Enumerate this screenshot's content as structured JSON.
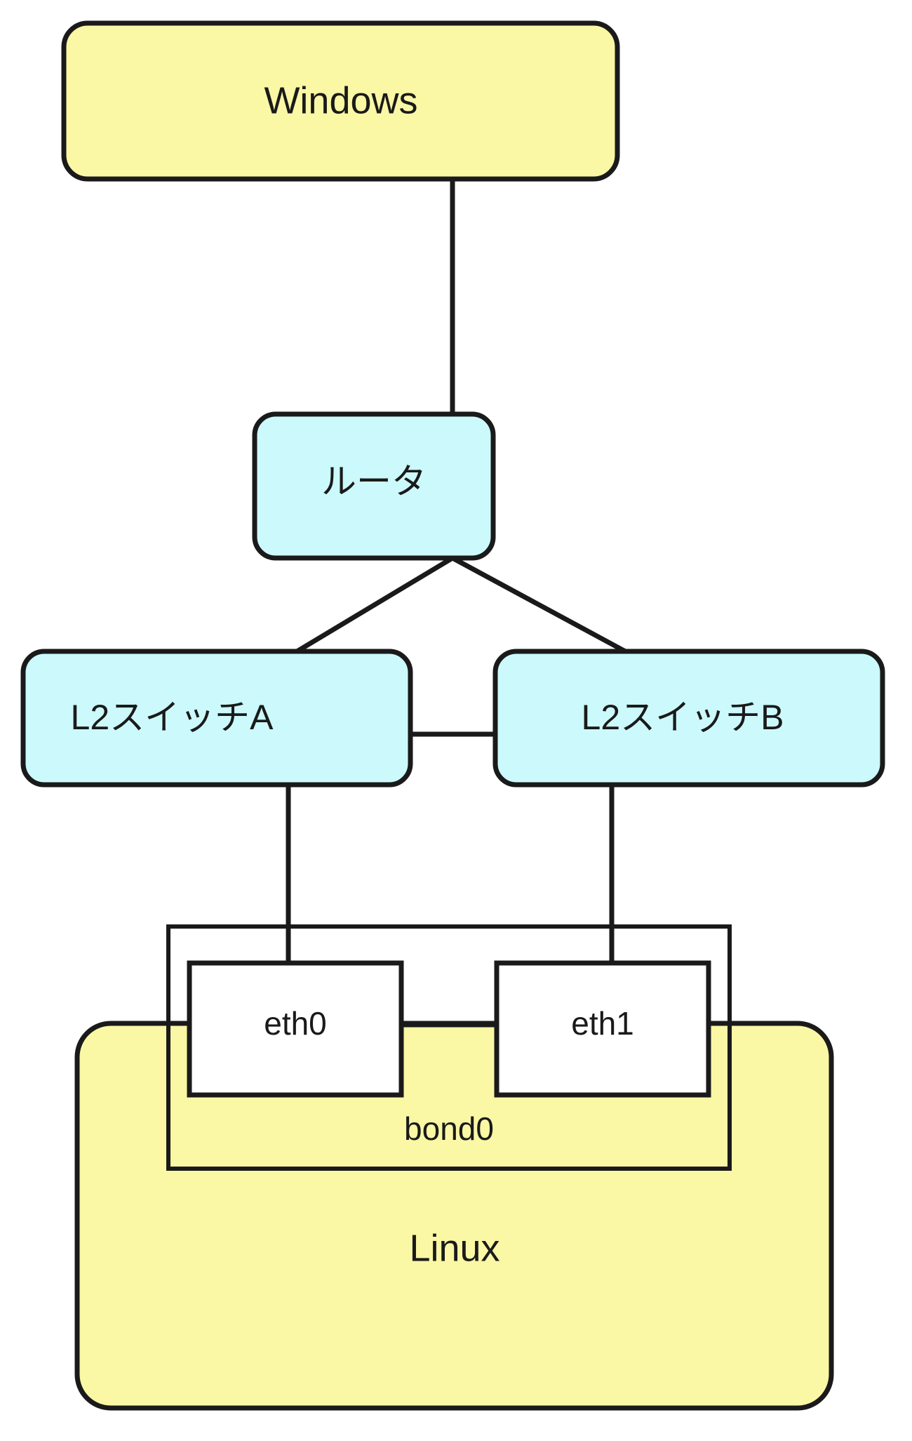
{
  "diagram": {
    "title": "Linux bonding network topology",
    "background_color": "#ffffff",
    "colors": {
      "host_fill": "#faf7a5",
      "network_fill": "#ccf9fb",
      "interface_fill": "#ffffff",
      "stroke": "#1a1a1a"
    },
    "nodes": {
      "windows": {
        "label": "Windows",
        "type": "host",
        "fill": "#faf7a5"
      },
      "router": {
        "label": "ルータ",
        "type": "network",
        "fill": "#ccf9fb"
      },
      "switch_a": {
        "label": "L2スイッチA",
        "type": "network",
        "fill": "#ccf9fb"
      },
      "switch_b": {
        "label": "L2スイッチB",
        "type": "network",
        "fill": "#ccf9fb"
      },
      "eth0": {
        "label": "eth0",
        "type": "interface",
        "fill": "#ffffff"
      },
      "eth1": {
        "label": "eth1",
        "type": "interface",
        "fill": "#ffffff"
      },
      "bond0": {
        "label": "bond0",
        "type": "bond-group",
        "fill": "none"
      },
      "linux": {
        "label": "Linux",
        "type": "host",
        "fill": "#faf7a5"
      }
    },
    "edges": [
      {
        "from": "windows",
        "to": "router"
      },
      {
        "from": "router",
        "to": "switch_a"
      },
      {
        "from": "router",
        "to": "switch_b"
      },
      {
        "from": "switch_a",
        "to": "switch_b"
      },
      {
        "from": "switch_a",
        "to": "eth0"
      },
      {
        "from": "switch_b",
        "to": "eth1"
      },
      {
        "from": "eth0",
        "to": "bond0"
      },
      {
        "from": "eth1",
        "to": "bond0"
      }
    ]
  }
}
